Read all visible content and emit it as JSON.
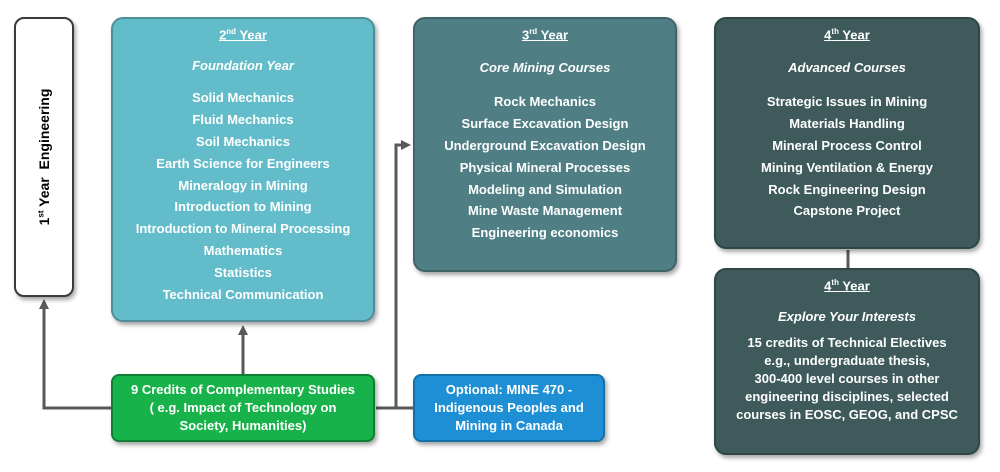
{
  "year1": {
    "label_num": "1",
    "label_sup": "st",
    "label_rest": " Year  Engineering"
  },
  "year2": {
    "heading_num": "2",
    "heading_sup": "nd",
    "heading_rest": " Year",
    "subtitle": "Foundation Year",
    "courses": [
      "Solid Mechanics",
      "Fluid Mechanics",
      "Soil Mechanics",
      "Earth Science for Engineers",
      "Mineralogy in Mining",
      "Introduction to Mining",
      "Introduction to Mineral Processing",
      "Mathematics",
      "Statistics",
      "Technical Communication"
    ]
  },
  "year3": {
    "heading_num": "3",
    "heading_sup": "rd",
    "heading_rest": " Year",
    "subtitle": "Core Mining Courses",
    "courses": [
      "Rock Mechanics",
      "Surface Excavation Design",
      "Underground Excavation Design",
      "Physical Mineral Processes",
      "Modeling and Simulation",
      "Mine Waste Management",
      "Engineering economics"
    ]
  },
  "year4a": {
    "heading_num": "4",
    "heading_sup": "th",
    "heading_rest": " Year",
    "subtitle": "Advanced Courses",
    "courses": [
      "Strategic Issues in Mining",
      "Materials Handling",
      "Mineral Process Control",
      "Mining Ventilation & Energy",
      "Rock Engineering Design",
      "Capstone Project"
    ]
  },
  "year4b": {
    "heading_num": "4",
    "heading_sup": "th",
    "heading_rest": " Year",
    "subtitle": "Explore Your Interests",
    "description": "15 credits of Technical Electives\ne.g., undergraduate thesis,\n300-400 level courses in other\nengineering disciplines, selected\ncourses in EOSC, GEOG, and CPSC"
  },
  "complementary": {
    "text": "9 Credits of Complementary Studies\n( e.g. Impact of Technology on\nSociety, Humanities)"
  },
  "optional": {
    "text": "Optional: MINE 470 -\nIndigenous Peoples and\nMining in Canada"
  },
  "colors": {
    "year2": "#63bcc9",
    "year3": "#4f7f84",
    "year4": "#3e5a5a",
    "complementary": "#18b24a",
    "optional": "#1e8fd5",
    "connector": "#595959"
  }
}
